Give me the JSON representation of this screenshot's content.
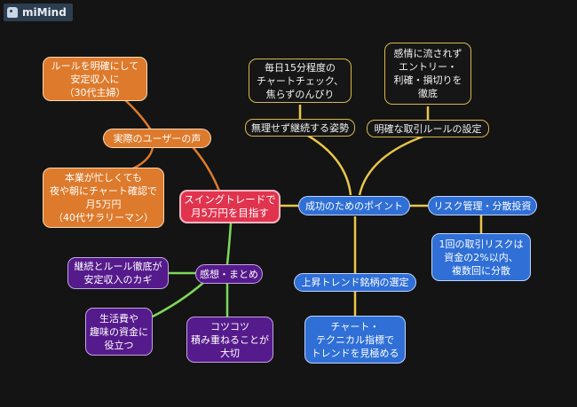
{
  "app": {
    "name": "miMind"
  },
  "nodes": {
    "center": "スイングトレードで\n月5万円を目指す",
    "voices": "実際のユーザーの声",
    "voice1": "ルールを明確にして\n安定収入に\n（30代主婦）",
    "voice2": "本業が忙しくても\n夜や朝にチャート確認で\n月5万円\n（40代サラリーマン）",
    "success": "成功のためのポイント",
    "no_strain": "無理せず継続する姿勢",
    "daily": "毎日15分程度の\nチャートチェック、\n焦らずのんびり",
    "clear_rules": "明確な取引ルールの設定",
    "emotions": "感情に流されず\nエントリー・\n利確・損切りを\n徹底",
    "risk": "リスク管理・分散投資",
    "risk_detail": "1回の取引リスクは\n資金の2%以内、\n複数回に分散",
    "uptrend": "上昇トレンド銘柄の選定",
    "uptrend_detail": "チャート・\nテクニカル指標で\nトレンドを見極める",
    "impressions": "感想・まとめ",
    "imp1": "継続とルール徹底が\n安定収入のカギ",
    "imp2": "生活費や\n趣味の資金に\n役立つ",
    "imp3": "コツコツ\n積み重ねることが\n大切"
  },
  "colors": {
    "center": "#e0344e",
    "orange": "#dd7a2c",
    "blue": "#2f6fd6",
    "purple": "#551a8b",
    "yellow_line": "#e8c64a",
    "green_line": "#7ed957"
  }
}
